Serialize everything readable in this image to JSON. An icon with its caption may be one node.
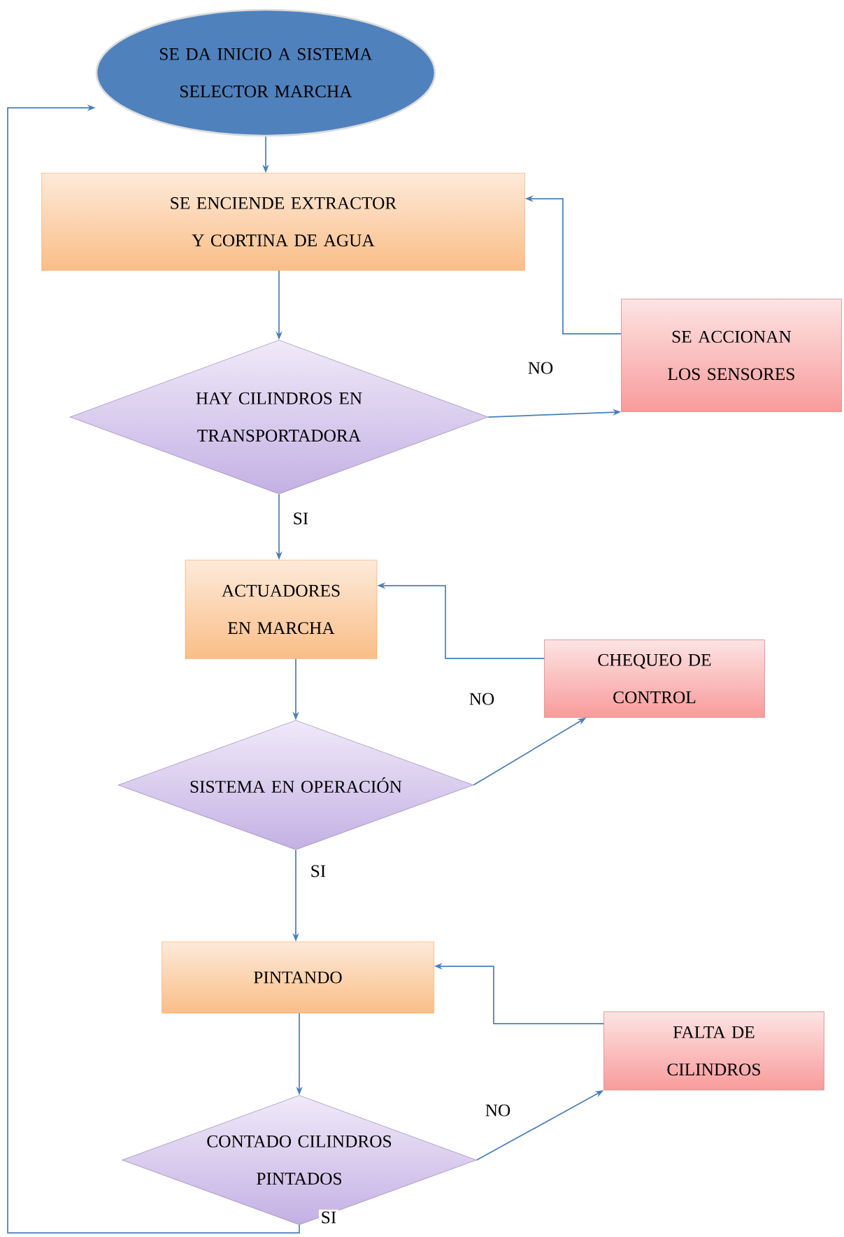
{
  "diagram": {
    "nodes": [
      {
        "text": [
          "SE DA INICIO A SISTEMA SELECTOR MARCHA"
        ]
      },
      {
        "text": [
          "SE ENCIENDE EXTRACTOR Y CORTINA DE AGUA"
        ]
      },
      {
        "text": [
          "HAY CILINDROS EN TRANSPORTADORA"
        ]
      },
      {
        "text": [
          "SE ACCIONAN LOS SENSORES"
        ]
      },
      {
        "text": [
          "ACTUADORES EN MARCHA"
        ]
      },
      {
        "text": [
          "CHEQUEO DE CONTROL"
        ]
      },
      {
        "text": [
          "SISTEMA EN OPERACIÓN"
        ]
      },
      {
        "text": [
          "PINTANDO"
        ]
      },
      {
        "text": [
          "FALTA DE CILINDROS"
        ]
      },
      {
        "text": [
          "CONTADO CILINDROS PINTADOS"
        ]
      }
    ],
    "edges": [
      {
        "from": 0,
        "to": 1,
        "arrow": "to"
      },
      {
        "from": 1,
        "to": 2,
        "arrow": "to"
      },
      {
        "from": 2,
        "to": 3,
        "arrow": "to",
        "label": "NO"
      },
      {
        "from": 3,
        "to": 1,
        "arrow": "to"
      },
      {
        "from": 2,
        "to": 4,
        "arrow": "to",
        "label": "SI"
      },
      {
        "from": 4,
        "to": 6,
        "arrow": "to"
      },
      {
        "from": 6,
        "to": 5,
        "arrow": "to",
        "label": "NO"
      },
      {
        "from": 5,
        "to": 4,
        "arrow": "to"
      },
      {
        "from": 6,
        "to": 7,
        "arrow": "to",
        "label": "SI"
      },
      {
        "from": 7,
        "to": 9,
        "arrow": "to"
      },
      {
        "from": 9,
        "to": 8,
        "arrow": "to",
        "label": "NO"
      },
      {
        "from": 8,
        "to": 7,
        "arrow": "to"
      },
      {
        "from": 9,
        "to": 0,
        "arrow": "to",
        "label": "SI"
      }
    ]
  }
}
